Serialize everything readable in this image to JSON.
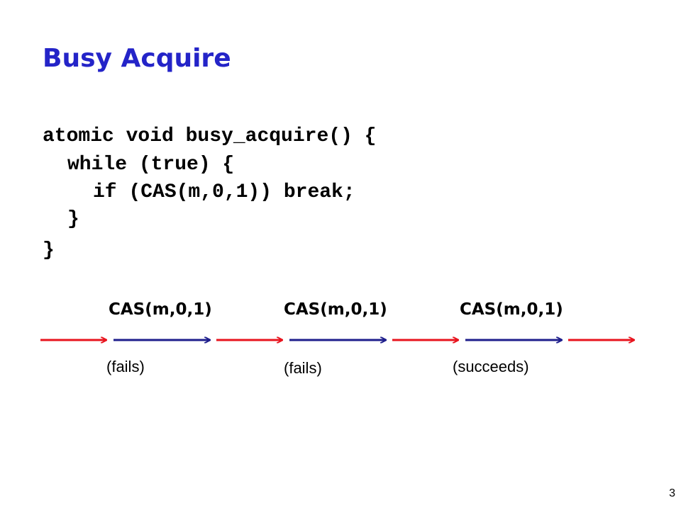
{
  "title": "Busy Acquire",
  "code": [
    "atomic void busy_acquire() {",
    "while (true) {",
    "if (CAS(m,0,1)) break;",
    "}",
    "}"
  ],
  "timeline": {
    "cas_labels": [
      "CAS(m,0,1)",
      "CAS(m,0,1)",
      "CAS(m,0,1)"
    ],
    "results": [
      "(fails)",
      "(fails)",
      "(succeeds)"
    ],
    "colors": {
      "wait_segment": "#e8141e",
      "cas_segment": "#1e1e8c"
    }
  },
  "page_number": "3"
}
